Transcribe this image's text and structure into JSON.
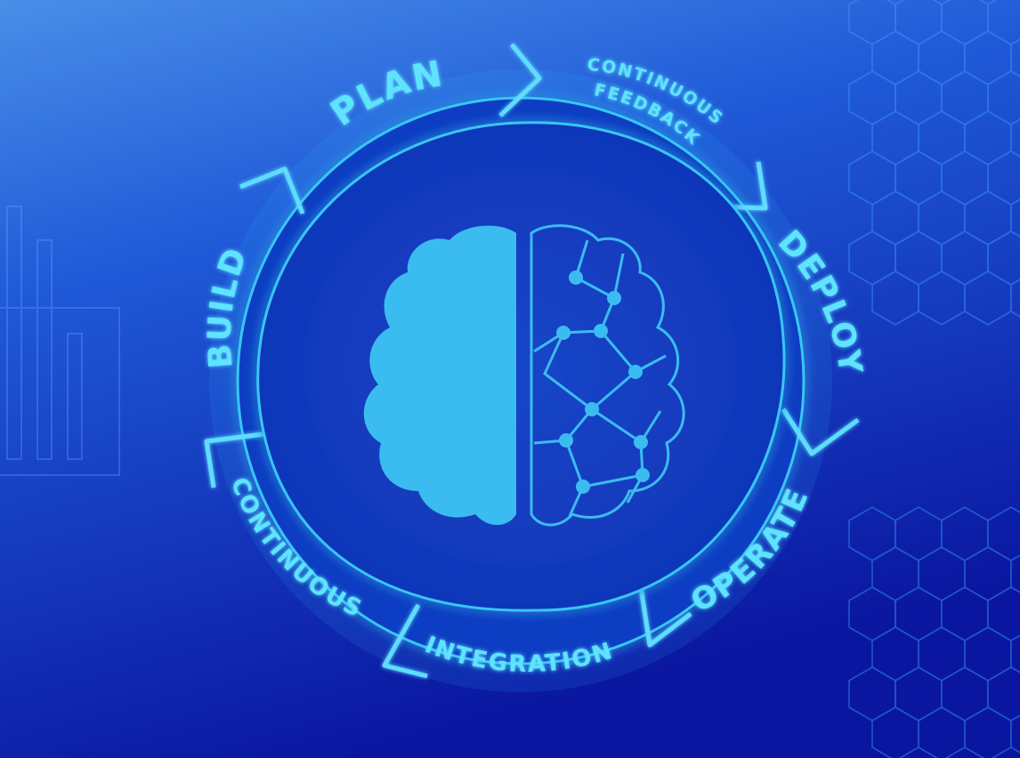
{
  "cycle": {
    "segments": [
      {
        "id": "plan",
        "lines": [
          "PLAN"
        ]
      },
      {
        "id": "feedback",
        "lines": [
          "CONTINUOUS",
          "FEEDBACK"
        ]
      },
      {
        "id": "deploy",
        "lines": [
          "DEPLOY"
        ]
      },
      {
        "id": "operate",
        "lines": [
          "OPERATE"
        ]
      },
      {
        "id": "integration",
        "lines": [
          "INTEGRATION"
        ]
      },
      {
        "id": "continuous",
        "lines": [
          "CONTINUOUS"
        ]
      },
      {
        "id": "build",
        "lines": [
          "BUILD"
        ]
      }
    ]
  },
  "colors": {
    "background_top": "#3b82e6",
    "background_bottom": "#0a16a0",
    "ring_fill": "#0e3fc4",
    "ring_stroke": "#39c6f5",
    "label": "#5fe3ff",
    "brain": "#3bbcf0"
  },
  "icons": {
    "center": "brain-circuit-icon",
    "decor_left": "bar-chart-icon",
    "decor_right": "hexagon-grid-icon"
  }
}
